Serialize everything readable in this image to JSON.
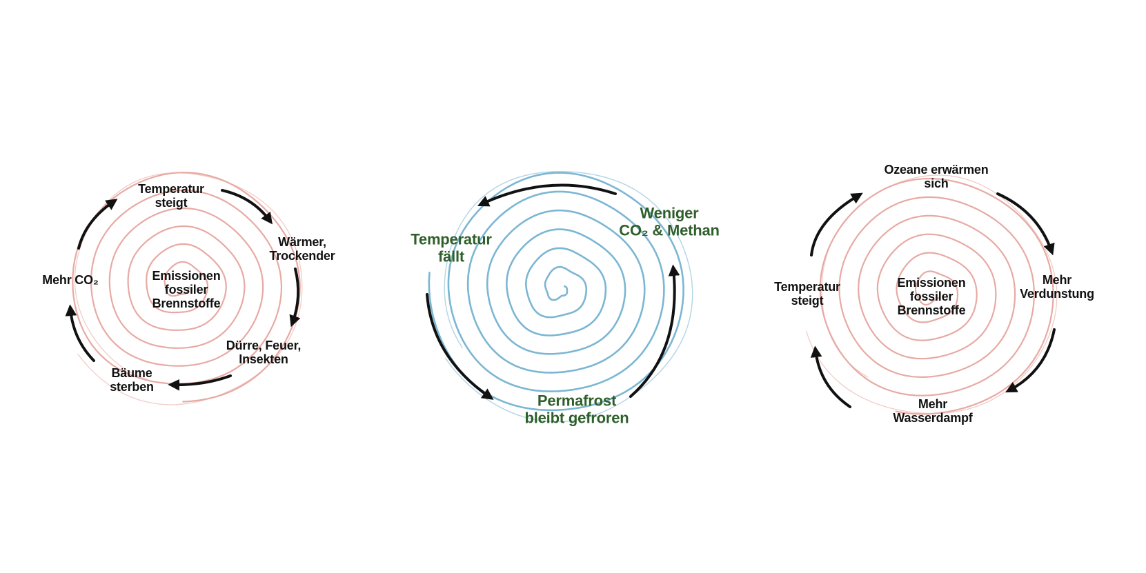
{
  "colors": {
    "warming_spiral": "#e7aaa3",
    "cooling_spiral": "#7bb6d3",
    "arrow": "#111111",
    "dark_text": "#111111",
    "green_text": "#2e5f2a"
  },
  "icons": {
    "spiral": "hand-drawn-spiral-icon",
    "arrow": "curved-arrow-icon"
  },
  "left_loop": {
    "center": "Emissionen\nfossiler\nBrennstoffe",
    "temperature": "Temperatur\nsteigt",
    "warmer": "Wärmer,\nTrockender",
    "drought": "Dürre, Feuer,\nInsekten",
    "trees": "Bäume\nsterben",
    "co2": "Mehr CO₂"
  },
  "middle_loop": {
    "less_gas": "Weniger\nCO₂ & Methan",
    "temperature": "Temperatur\nfällt",
    "permafrost": "Permafrost\nbleibt gefroren"
  },
  "right_loop": {
    "center": "Emissionen\nfossiler\nBrennstoffe",
    "oceans": "Ozeane erwärmen\nsich",
    "evaporation": "Mehr\nVerdunstung",
    "vapor": "Mehr\nWasserdampf",
    "temperature": "Temperatur\nsteigt"
  }
}
